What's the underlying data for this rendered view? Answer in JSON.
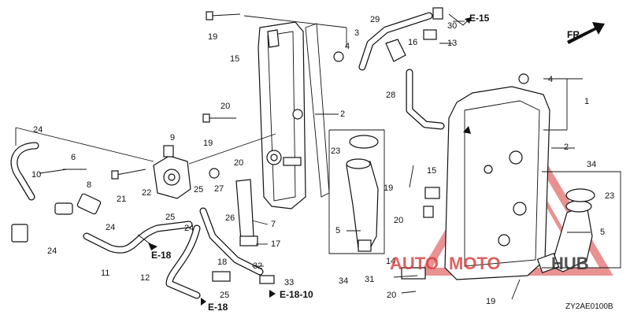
{
  "callouts": {
    "c1": "1",
    "c2a": "2",
    "c2b": "2",
    "c3": "3",
    "c4a": "4",
    "c4b": "4",
    "c5a": "5",
    "c5b": "5",
    "c6": "6",
    "c7": "7",
    "c8": "8",
    "c9": "9",
    "c10": "10",
    "c11": "11",
    "c12": "12",
    "c13": "13",
    "c14": "14",
    "c15a": "15",
    "c15b": "15",
    "c16": "16",
    "c17": "17",
    "c18": "18",
    "c19a": "19",
    "c19b": "19",
    "c19c": "19",
    "c19d": "19",
    "c20a": "20",
    "c20b": "20",
    "c20c": "20",
    "c20d": "20",
    "c21": "21",
    "c22": "22",
    "c23a": "23",
    "c23b": "23",
    "c24a": "24",
    "c24b": "24",
    "c24c": "24",
    "c24d": "24",
    "c25a": "25",
    "c25b": "25",
    "c25c": "25",
    "c26": "26",
    "c27": "27",
    "c28": "28",
    "c29": "29",
    "c30": "30",
    "c31": "31",
    "c32": "32",
    "c33": "33",
    "c34a": "34",
    "c34b": "34"
  },
  "refs": {
    "e15": "E-15",
    "e18a": "E-18",
    "e18b": "E-18",
    "e1810": "E-18-10"
  },
  "direction_label": "FR.",
  "diagram_code": "ZY2AE0100B",
  "watermark": {
    "left": "AUTO",
    "mid": "MOTO",
    "right": "HUB",
    "color": "#d83a3a"
  }
}
